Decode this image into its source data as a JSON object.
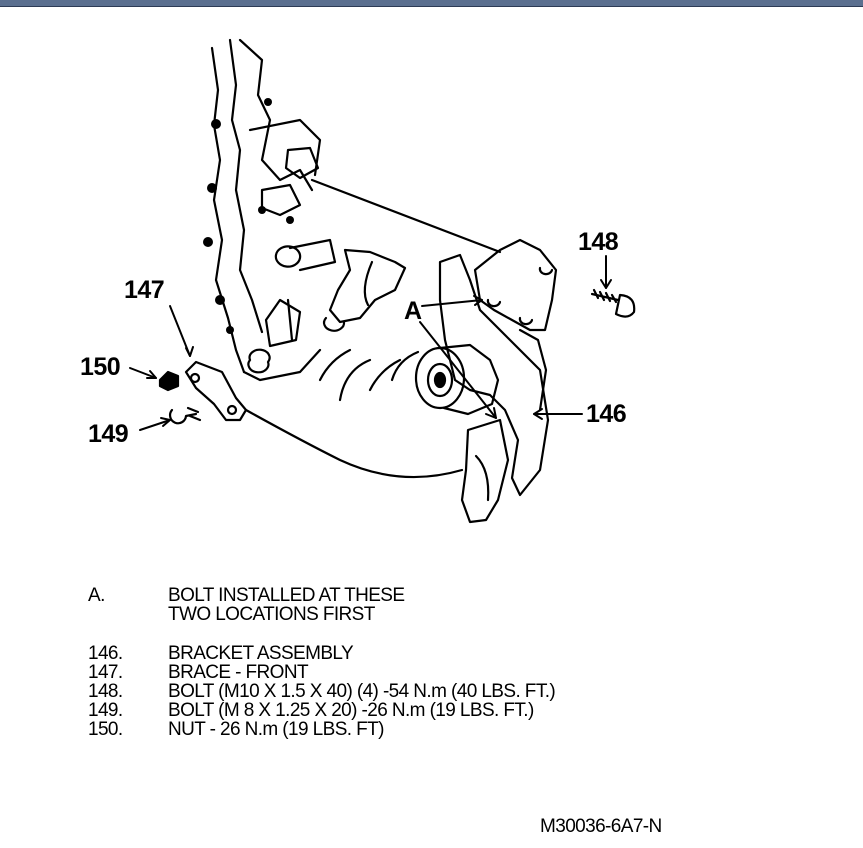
{
  "callouts": {
    "c147": "147",
    "c148": "148",
    "c150": "150",
    "c149": "149",
    "c146": "146",
    "cA": "A"
  },
  "legend": [
    {
      "key": "A.",
      "lines": [
        "BOLT INSTALLED AT THESE",
        "TWO LOCATIONS FIRST"
      ]
    },
    {
      "key": "146.",
      "lines": [
        "BRACKET ASSEMBLY"
      ]
    },
    {
      "key": "147.",
      "lines": [
        "BRACE - FRONT"
      ]
    },
    {
      "key": "148.",
      "lines": [
        "BOLT (M10 X 1.5 X 40) (4) -54 N.m (40 LBS. FT.)"
      ]
    },
    {
      "key": "149.",
      "lines": [
        "BOLT (M 8 X 1.25 X 20) -26 N.m (19 LBS. FT.)"
      ]
    },
    {
      "key": "150.",
      "lines": [
        "NUT - 26 N.m (19 LBS. FT)"
      ]
    }
  ],
  "figure_code": "M30036-6A7-N"
}
